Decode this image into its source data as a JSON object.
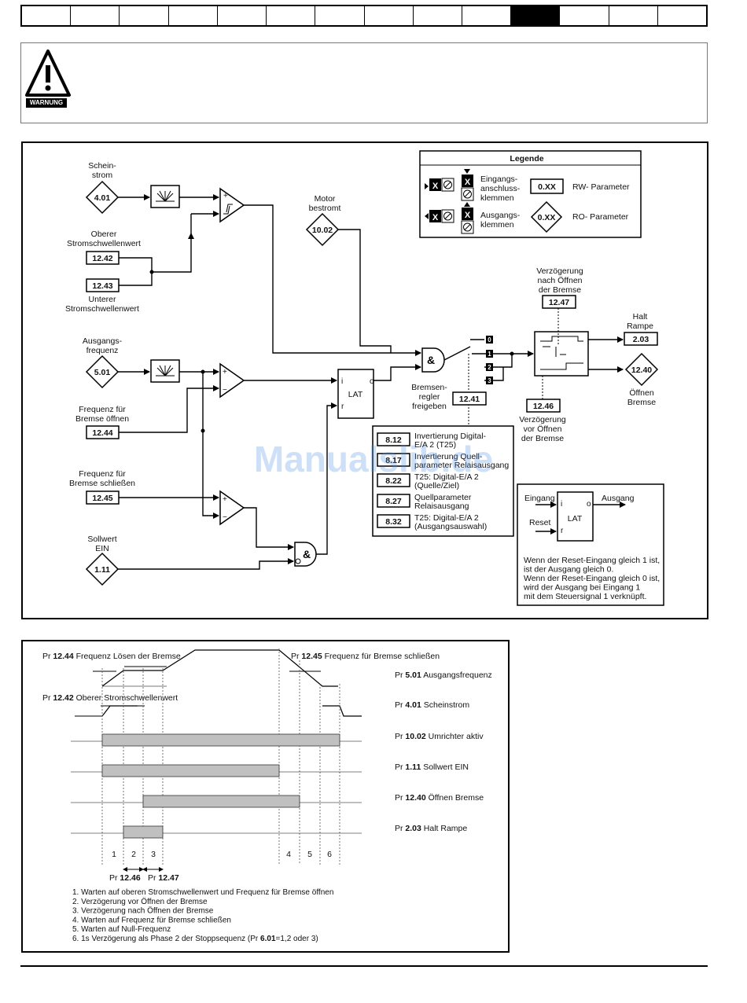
{
  "header": {
    "tab_count": 14,
    "active_tab_index": 10
  },
  "warning": {
    "label": "WARNUNG"
  },
  "legend": {
    "title": "Legende",
    "input_terminals": "Eingangs-|anschluss-|klemmen",
    "output_terminals": "Ausgangs-|klemmen",
    "rw_box": "0.XX",
    "rw_label": "RW- Parameter",
    "ro_box": "0.XX",
    "ro_label": "RO- Parameter",
    "x_mark": "X"
  },
  "params": {
    "p401": "4.01",
    "p1242": "12.42",
    "p1243": "12.43",
    "p1002": "10.02",
    "p501": "5.01",
    "p1244": "12.44",
    "p1245": "12.45",
    "p111": "1.11",
    "p1247": "12.47",
    "p203": "2.03",
    "p1240": "12.40",
    "p1246": "12.46",
    "p1241": "12.41"
  },
  "labels": {
    "scheinstrom": "Schein-|strom",
    "oberer": "Oberer|Stromschwellenwert",
    "unterer": "Unterer|Stromschwellenwert",
    "motor": "Motor|bestromt",
    "ausgangsfrequenz": "Ausgangs-|frequenz",
    "freq_oeffnen": "Frequenz für|Bremse öffnen",
    "freq_schliessen": "Frequenz für|Bremse schließen",
    "sollwert": "Sollwert|EIN",
    "verz_nach": "Verzögerung|nach Öffnen|der Bremse",
    "halt_rampe": "Halt|Rampe",
    "oeffnen_bremse": "Öffnen|Bremse",
    "verz_vor": "Verzögerung|vor Öffnen|der Bremse",
    "bremsenregler": "Bremsen-|regler|freigeben",
    "lat": "LAT",
    "lat_i": "i",
    "lat_o": "o",
    "lat_r": "r",
    "and": "&",
    "plus": "+",
    "minus": "−",
    "sw0": "0",
    "sw1": "1",
    "sw2": "2",
    "sw3": "3"
  },
  "dest_list": [
    {
      "code": "8.12",
      "text": "Invertierung Digital-|E/A 2 (T25)"
    },
    {
      "code": "8.17",
      "text": "Invertierung Quell-|parameter Relaisausgang"
    },
    {
      "code": "8.22",
      "text": "T25: Digital-E/A 2|(Quelle/Ziel)"
    },
    {
      "code": "8.27",
      "text": "Quellparameter|Relaisausgang"
    },
    {
      "code": "8.32",
      "text": "T25: Digital-E/A 2|(Ausgangsauswahl)"
    }
  ],
  "lat_legend": {
    "eingang": "Eingang",
    "ausgang": "Ausgang",
    "reset": "Reset",
    "i": "i",
    "o": "o",
    "r": "r",
    "lat": "LAT",
    "note": "Wenn der Reset-Eingang gleich 1 ist,|ist der Ausgang gleich 0.|Wenn der Reset-Eingang gleich 0 ist,|wird der Ausgang bei Eingang 1|mit dem Steuersignal 1 verknüpft."
  },
  "watermark": "Manualslib.de",
  "timing": {
    "label_1244_pre": "Pr ",
    "label_1244_num": "12.44",
    "label_1244_text": " Frequenz Lösen der Bremse",
    "label_1245_pre": "Pr ",
    "label_1245_num": "12.45",
    "label_1245_text": " Frequenz für Bremse schließen",
    "label_1242_pre": "Pr ",
    "label_1242_num": "12.42",
    "label_1242_text": " Oberer Stromschwellenwert",
    "signals": [
      {
        "pre": "Pr ",
        "num": "5.01",
        "text": " Ausgangsfrequenz"
      },
      {
        "pre": "Pr ",
        "num": "4.01",
        "text": " Scheinstrom"
      },
      {
        "pre": "Pr ",
        "num": "10.02",
        "text": " Umrichter aktiv"
      },
      {
        "pre": "Pr ",
        "num": "1.11",
        "text": " Sollwert EIN"
      },
      {
        "pre": "Pr ",
        "num": "12.40",
        "text": " Öffnen Bremse"
      },
      {
        "pre": "Pr ",
        "num": "2.03",
        "text": " Halt Rampe"
      }
    ],
    "phases": [
      "1",
      "2",
      "3",
      "4",
      "5",
      "6"
    ],
    "delay_1246_pre": "Pr ",
    "delay_1246_num": "12.46",
    "delay_1247_pre": "Pr ",
    "delay_1247_num": "12.47",
    "notes": [
      "1. Warten auf oberen Stromschwellenwert und Frequenz für Bremse öffnen",
      "2. Verzögerung vor Öffnen der Bremse",
      "3. Verzögerung nach Öffnen der Bremse",
      "4. Warten auf Frequenz für Bremse schließen",
      "5. Warten auf Null-Frequenz"
    ],
    "note6_text": "6. 1s Verzögerung als Phase 2 der Stoppsequenz (Pr ",
    "note6_num": "6.01",
    "note6_tail": "=1,2 oder 3)"
  },
  "colors": {
    "bar_fill": "#c0c0c0",
    "watermark": "#4a90e2"
  }
}
